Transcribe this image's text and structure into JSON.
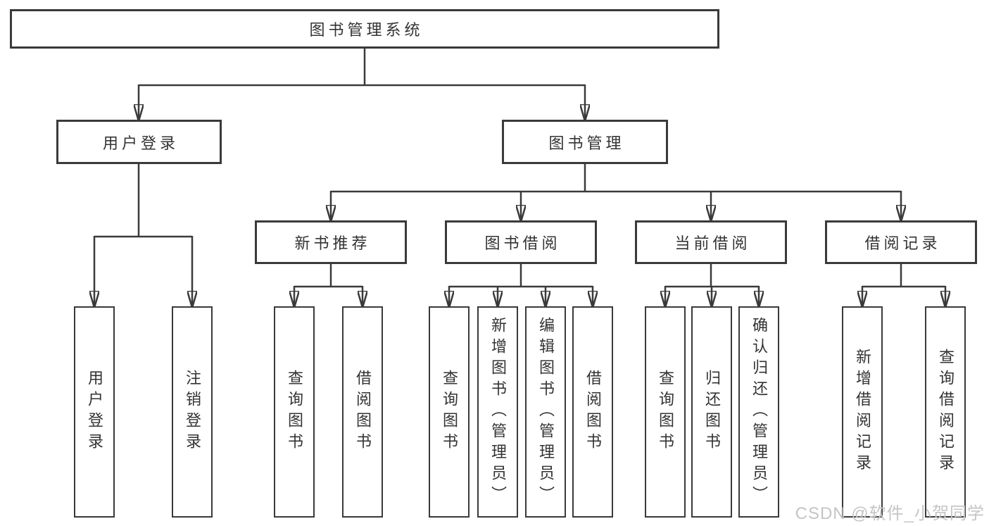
{
  "diagram": {
    "root": {
      "label": "图书管理系统"
    },
    "level2": [
      {
        "label": "用户登录"
      },
      {
        "label": "图书管理"
      }
    ],
    "level3": [
      {
        "label": "新书推荐"
      },
      {
        "label": "图书借阅"
      },
      {
        "label": "当前借阅"
      },
      {
        "label": "借阅记录"
      }
    ],
    "leaves": {
      "user_login": [
        "用户登录",
        "注销登录"
      ],
      "new_books": [
        "查询图书",
        "借阅图书"
      ],
      "book_borrow": [
        "查询图书",
        "新增图书（管理员）",
        "编辑图书（管理员）",
        "借阅图书"
      ],
      "current_borrow": [
        "查询图书",
        "归还图书",
        "确认归还（管理员）"
      ],
      "borrow_records": [
        "新增借阅记录",
        "查询借阅记录"
      ]
    }
  },
  "watermark": {
    "text": "CSDN @软件_小贺同学"
  },
  "colors": {
    "border": "#3a3a3a",
    "text": "#333333",
    "line": "#3a3a3a",
    "watermark": "#c5c5c5",
    "background": "#ffffff"
  }
}
